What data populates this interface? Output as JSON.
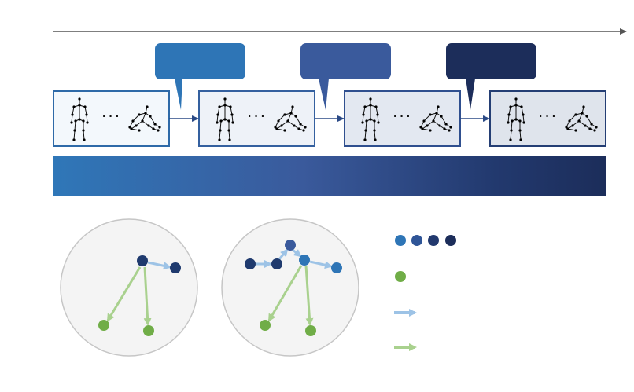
{
  "colors": {
    "stage_1": "#2e75b6",
    "stage_2": "#3a5a9c",
    "stage_3": "#1c2d5a",
    "node_light": "#2e75b6",
    "node_mid": "#2f4f8f",
    "node_dark": "#1f3a6e",
    "node_green": "#70ad47",
    "arrow_blue": "#9dc3e6",
    "arrow_green": "#a9d18e",
    "frame_fill_1": "#f3f8fc",
    "frame_fill_2": "#eef2f8",
    "frame_fill_3": "#e3e8f1",
    "frame_fill_4": "#dfe4ec",
    "circle_fill": "#f4f4f4",
    "circle_stroke": "#c6c6c6"
  },
  "frames": [
    {
      "ellipsis": "···"
    },
    {
      "ellipsis": "···"
    },
    {
      "ellipsis": "···"
    },
    {
      "ellipsis": "···"
    }
  ],
  "callouts": [
    {
      "label": ""
    },
    {
      "label": ""
    },
    {
      "label": ""
    }
  ],
  "legend": [
    {
      "icon": "node-dots",
      "label": ""
    },
    {
      "icon": "green-node",
      "label": ""
    },
    {
      "icon": "blue-arrow",
      "label": ""
    },
    {
      "icon": "green-arrow",
      "label": ""
    }
  ]
}
